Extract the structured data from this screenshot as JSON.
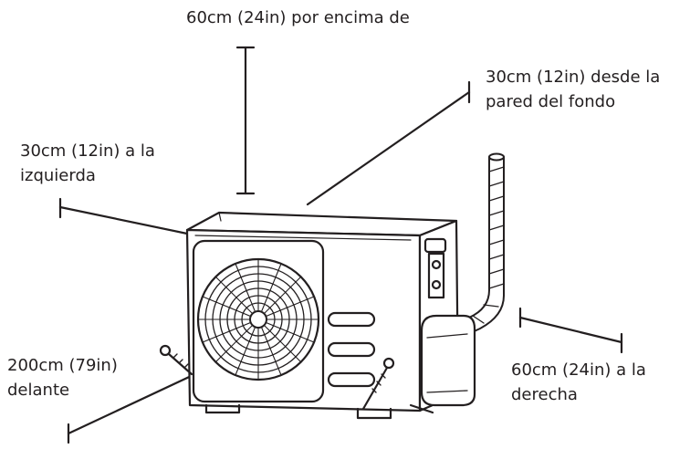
{
  "labels": {
    "top": {
      "line1": "60cm (24in) por encima de"
    },
    "back": {
      "line1": "30cm (12in) desde la",
      "line2": "pared del fondo"
    },
    "left": {
      "line1": "30cm (12in) a la",
      "line2": "izquierda"
    },
    "front": {
      "line1": "200cm (79in)",
      "line2": "delante"
    },
    "right": {
      "line1": "60cm (24in) a la",
      "line2": "derecha"
    }
  },
  "colors": {
    "ink": "#231f20",
    "background": "#ffffff"
  }
}
